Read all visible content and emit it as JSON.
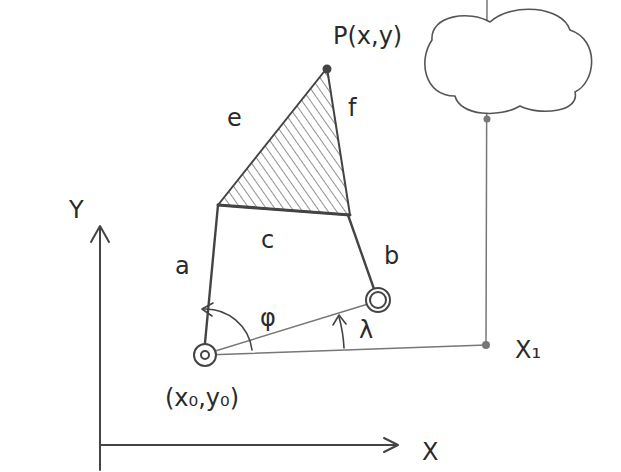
{
  "diagram": {
    "labels": [
      "P(x,y)",
      "e",
      "f",
      "c",
      "a",
      "b",
      "φ",
      "λ",
      "(x₀,y₀)",
      "Y",
      "X₁",
      "X"
    ]
  }
}
